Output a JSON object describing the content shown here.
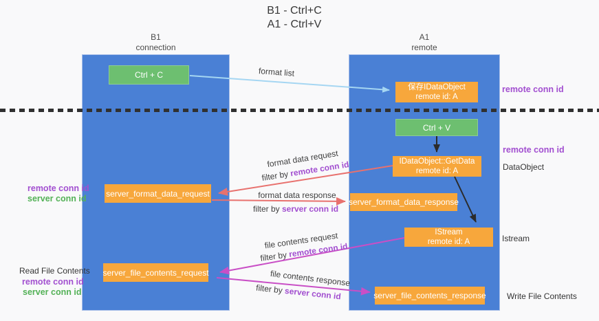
{
  "title": {
    "line1": "B1 - Ctrl+C",
    "line2": "A1 - Ctrl+V"
  },
  "lanes": {
    "left": {
      "name": "B1",
      "subtitle": "connection"
    },
    "right": {
      "name": "A1",
      "subtitle": "remote"
    }
  },
  "nodes": {
    "ctrl_c": {
      "label": "Ctrl + C"
    },
    "ctrl_v": {
      "label": "Ctrl + V"
    },
    "store_idataobject": {
      "line1": "保存IDataObject",
      "line2": "remote id: A"
    },
    "getdata": {
      "line1": "IDataObject::GetData",
      "line2": "remote id: A"
    },
    "istream": {
      "line1": "IStream",
      "line2": "remote id: A"
    },
    "server_format_data_request": {
      "label": "server_format_data_request"
    },
    "server_format_data_response": {
      "label": "server_format_data_response"
    },
    "server_file_contents_request": {
      "label": "server_file_contents_request"
    },
    "server_file_contents_response": {
      "label": "server_file_contents_response"
    }
  },
  "edge_labels": {
    "format_list": "format list",
    "format_data_request": "format data request",
    "format_data_response": "format data response",
    "file_contents_request": "file contents request",
    "file_contents_response": "file contents response",
    "filter_prefix": "filter by ",
    "remote_conn_id": "remote conn id",
    "server_conn_id": "server conn id"
  },
  "annotations": {
    "right_remote_conn_id_1": "remote conn id",
    "right_remote_conn_id_2": "remote conn id",
    "dataobject": "DataObject",
    "istream": "Istream",
    "write_file_contents": "Write File Contents",
    "left_remote_conn_id_1": "remote conn id",
    "left_server_conn_id_1": "server conn id",
    "read_file_contents": "Read File Contents",
    "left_remote_conn_id_2": "remote conn id",
    "left_server_conn_id_2": "server conn id"
  },
  "colors": {
    "background": "#f9f9fa",
    "lane_blue": "#4a80d5",
    "node_orange": "#f7a73c",
    "node_green": "#6dbf70",
    "arrow_salmon": "#e8716e",
    "arrow_magenta": "#c94fc6",
    "arrow_lightblue": "#a5d6f2",
    "arrow_black": "#2b2b2b",
    "divider_black": "#303030",
    "text_purple": "#a24fd0",
    "text_green": "#53b156"
  }
}
